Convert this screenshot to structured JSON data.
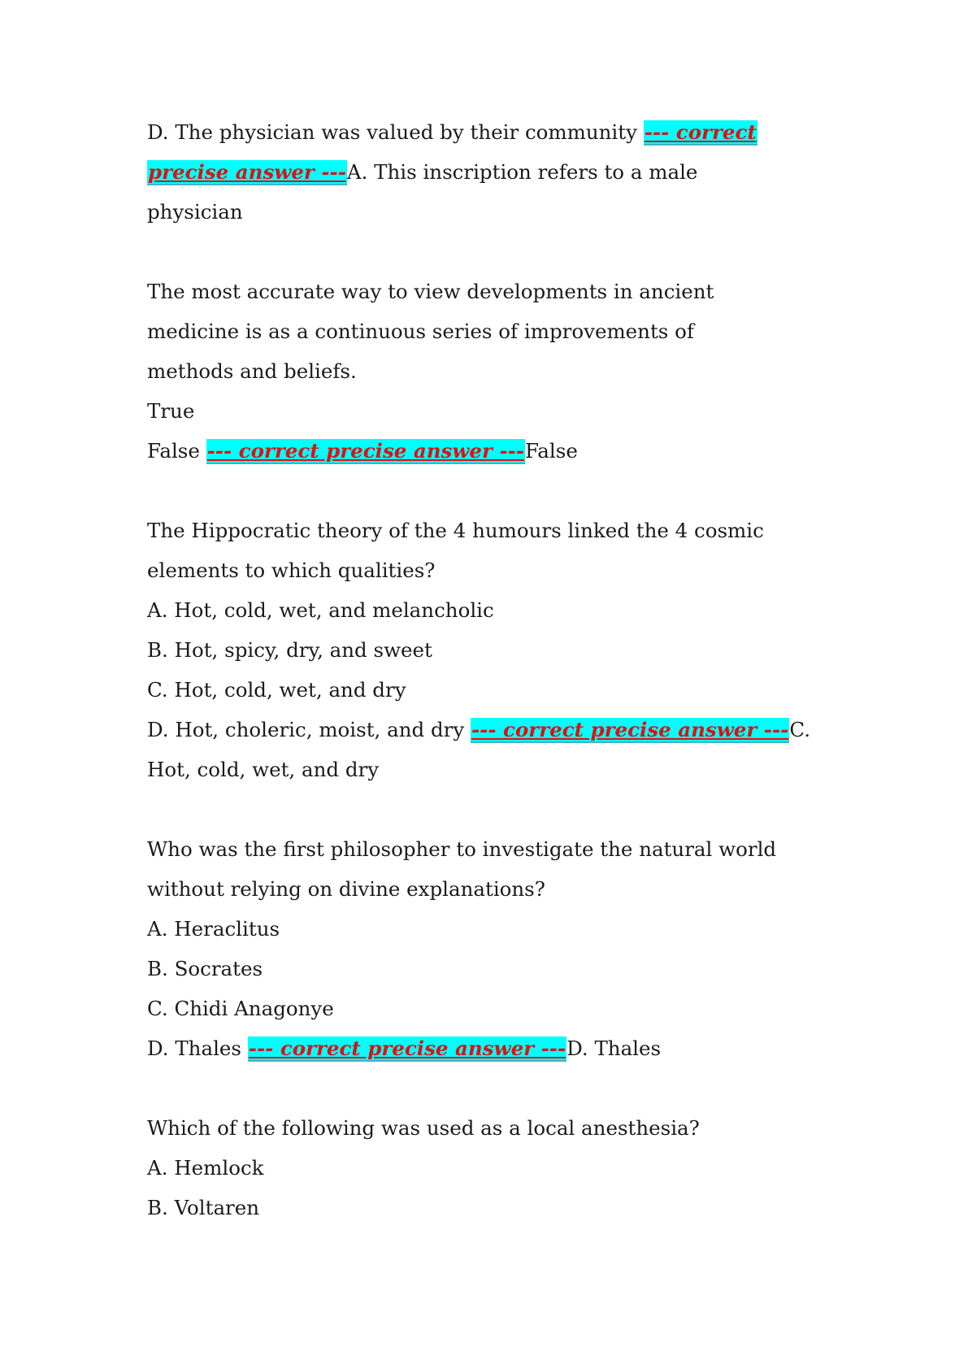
{
  "highlight": {
    "label": "--- correct precise answer ---",
    "label_part1": "--- correct ",
    "label_part2": "precise answer ---",
    "bg_color": "#00ffff",
    "text_color": "#e01010"
  },
  "q0": {
    "line1_text": "D. The physician was valued by their community ",
    "line2_after": "A. This inscription refers to a male",
    "line3": "physician"
  },
  "q1": {
    "question_lines": [
      "The most accurate way to view developments in ancient",
      "medicine is as a continuous series of improvements of",
      "methods and beliefs."
    ],
    "option_true": "True",
    "option_false": "False ",
    "answer": "False"
  },
  "q2": {
    "question_lines": [
      "The Hippocratic theory of the 4 humours linked the 4 cosmic",
      "elements to which qualities?"
    ],
    "options": [
      "A. Hot, cold, wet, and melancholic",
      "B. Hot, spicy, dry, and sweet",
      "C. Hot, cold, wet, and dry",
      "D. Hot, choleric, moist, and dry "
    ],
    "answer_part1": "C.",
    "answer_part2": "Hot, cold, wet, and dry"
  },
  "q3": {
    "question_lines": [
      "Who was the first philosopher to investigate the natural world",
      "without relying on divine explanations?"
    ],
    "options": [
      "A. Heraclitus",
      "B. Socrates",
      "C. Chidi Anagonye",
      "D. Thales "
    ],
    "answer": "D. Thales"
  },
  "q4": {
    "question_lines": [
      "Which of the following was used as a local anesthesia?"
    ],
    "options": [
      "A. Hemlock",
      "B. Voltaren"
    ]
  }
}
